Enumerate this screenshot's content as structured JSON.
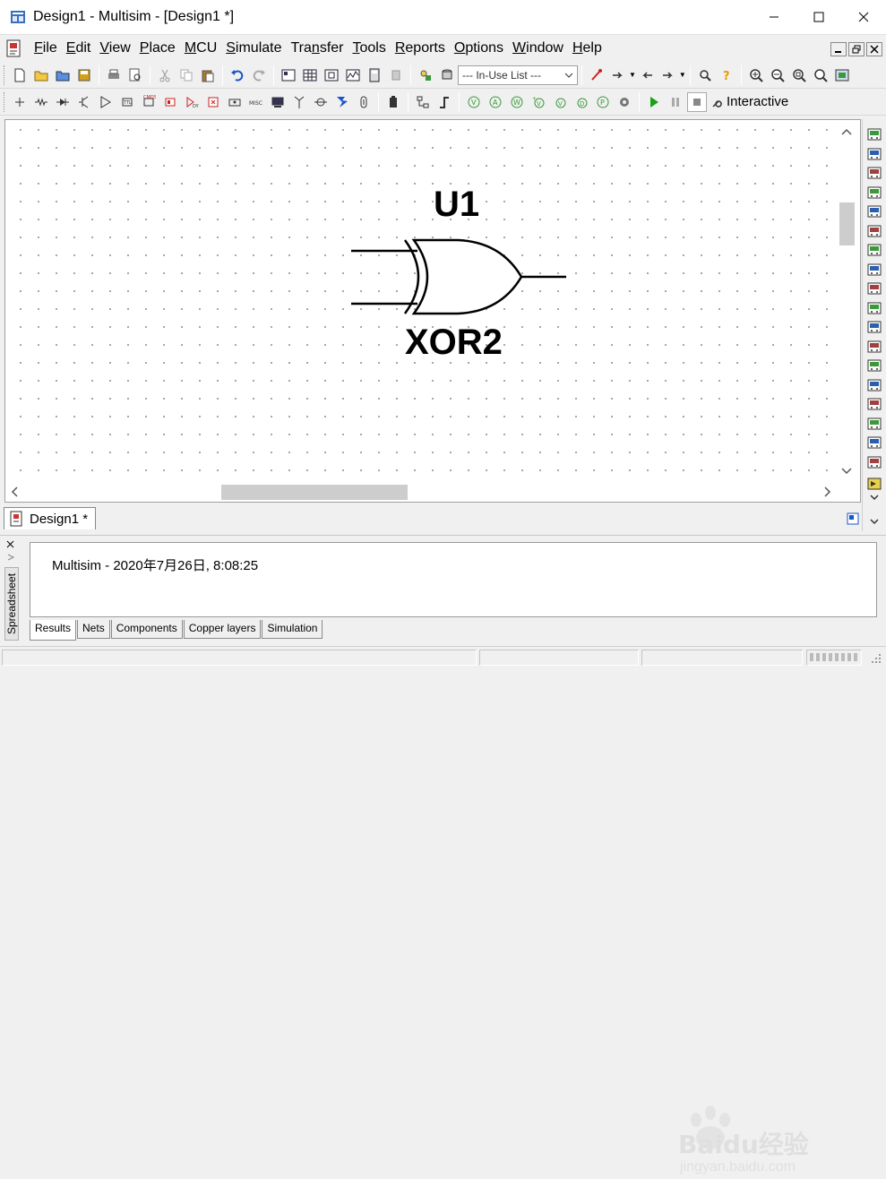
{
  "window": {
    "title": "Design1 - Multisim - [Design1 *]"
  },
  "menu": {
    "items": [
      {
        "pre": "",
        "key": "F",
        "post": "ile"
      },
      {
        "pre": "",
        "key": "E",
        "post": "dit"
      },
      {
        "pre": "",
        "key": "V",
        "post": "iew"
      },
      {
        "pre": "",
        "key": "P",
        "post": "lace"
      },
      {
        "pre": "",
        "key": "M",
        "post": "CU"
      },
      {
        "pre": "",
        "key": "S",
        "post": "imulate"
      },
      {
        "pre": "Tra",
        "key": "n",
        "post": "sfer"
      },
      {
        "pre": "",
        "key": "T",
        "post": "ools"
      },
      {
        "pre": "",
        "key": "R",
        "post": "eports"
      },
      {
        "pre": "",
        "key": "O",
        "post": "ptions"
      },
      {
        "pre": "",
        "key": "W",
        "post": "indow"
      },
      {
        "pre": "",
        "key": "H",
        "post": "elp"
      }
    ]
  },
  "toolbar": {
    "in_use_list": "--- In-Use List ---",
    "interactive": "Interactive"
  },
  "schematic": {
    "refdes": "U1",
    "part": "XOR2"
  },
  "document_tab": {
    "label": "Design1 *"
  },
  "panel": {
    "side_label": "Spreadsheet",
    "output_line": "Multisim  -  2020年7月26日, 8:08:25",
    "tabs": [
      "Results",
      "Nets",
      "Components",
      "Copper layers",
      "Simulation"
    ],
    "active_tab": "Results"
  },
  "watermark": {
    "brand": "Baidu经验",
    "url": "jingyan.baidu.com"
  },
  "colors": {
    "accent_blue": "#1a55c8",
    "run_green": "#18a018",
    "instrument_green": "#3a9a3a",
    "canvas": "#ffffff"
  }
}
